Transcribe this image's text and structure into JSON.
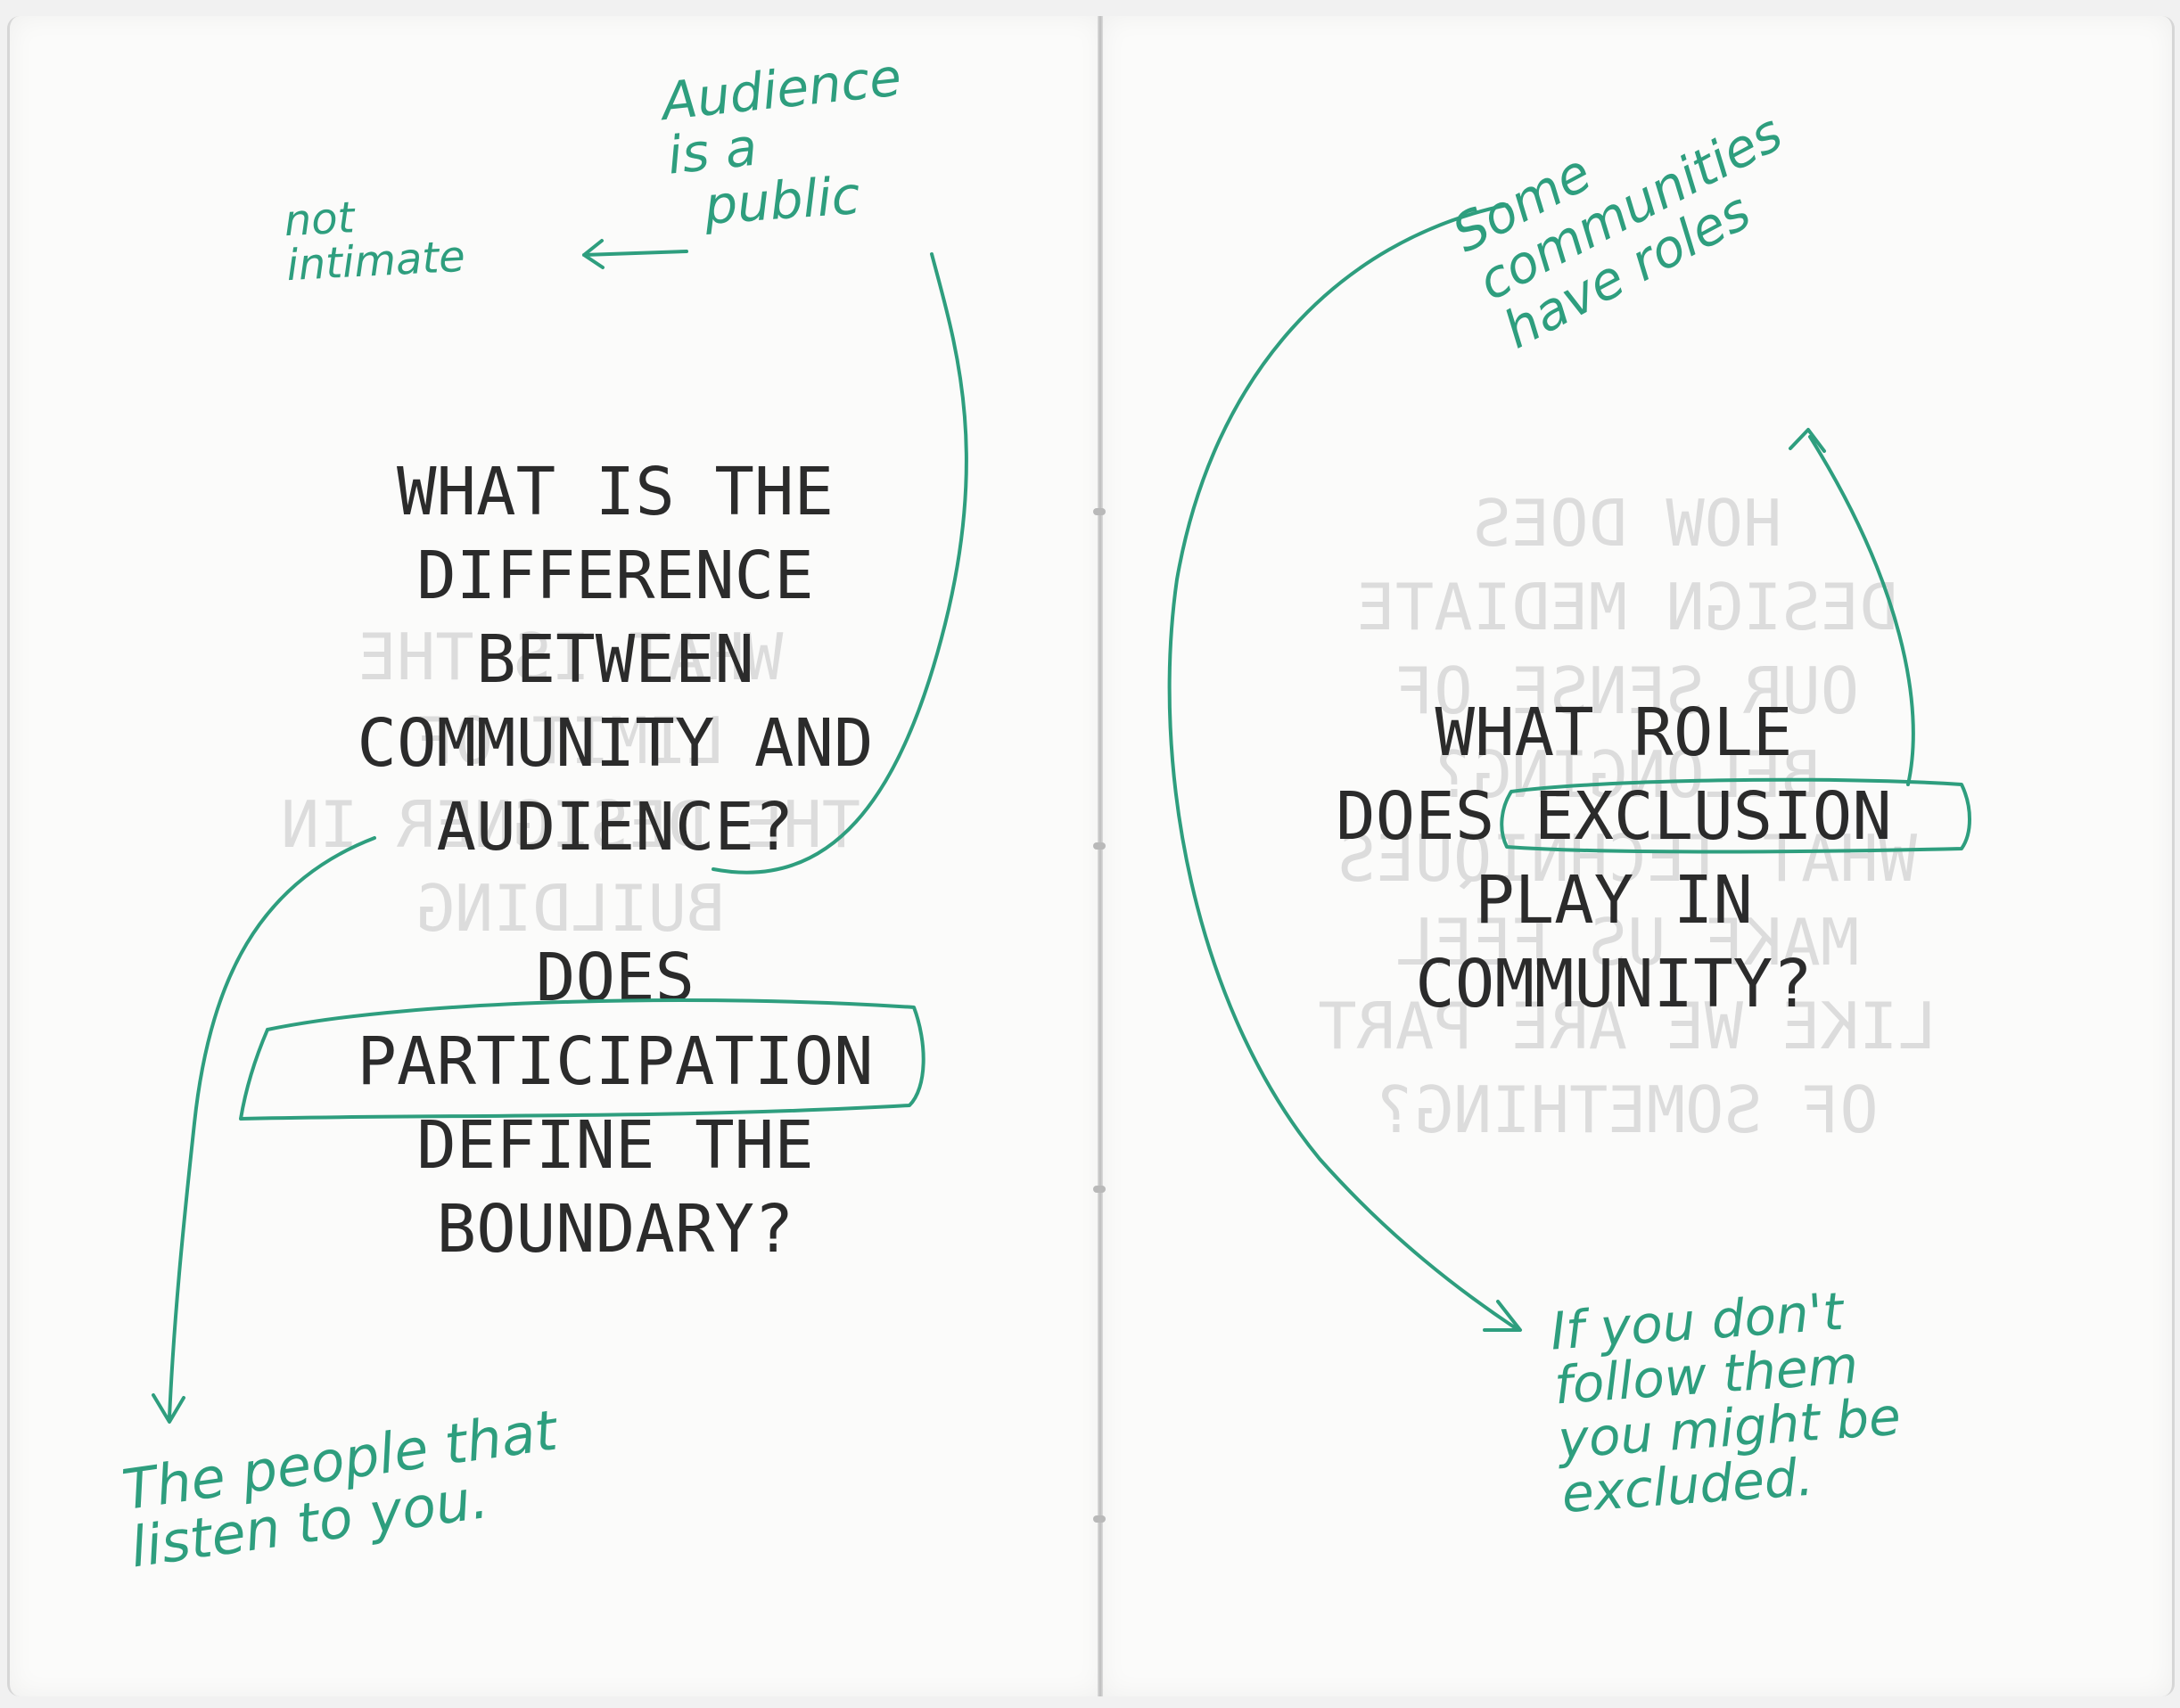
{
  "booklet": {
    "left_page": {
      "question_1": "WHAT IS THE\nDIFFERENCE\nBETWEEN\nCOMMUNITY AND\nAUDIENCE?",
      "question_2": "DOES\nPARTICIPATION\nDEFINE THE\nBOUNDARY?"
    },
    "right_page": {
      "question_3": "WHAT ROLE\nDOES EXCLUSION\nPLAY IN\nCOMMUNITY?"
    },
    "show_through": {
      "left": "WHAT IS THE\nLIMIT OF\nTHE DESIGNER IN\nBUILDING",
      "right": "HOW DOES\nDESIGN MEDIATE\nOUR SENSE OF\nBELONGING?\nWHAT TECHNIQUES\nMAKE US FEEL\nLIKE WE ARE PART\nOF SOMETHING?"
    }
  },
  "annotations": {
    "audience_is": "Audience\nis a",
    "public": "public",
    "not_intimate": "not\nintimate",
    "people_listen": "The people that\nlisten to you.",
    "some_communities": "Some\ncommunities\nhave roles",
    "exclusion_note": "If you don't\nfollow them\nyou might be\nexcluded."
  },
  "colors": {
    "ink_print": "#2b2b2b",
    "ink_pen": "#2e9e7e",
    "paper": "#fbfbfa"
  }
}
